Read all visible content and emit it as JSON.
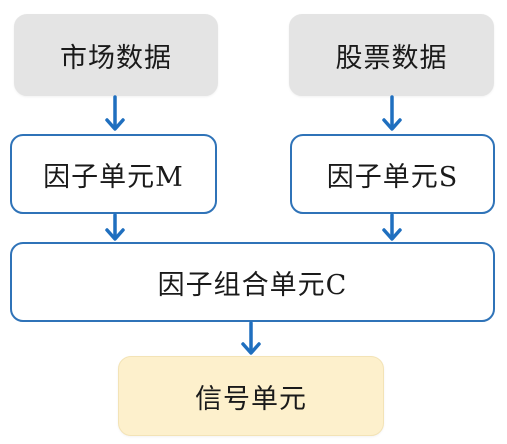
{
  "nodes": {
    "market_data": "市场数据",
    "stock_data": "股票数据",
    "factor_unit_m": "因子单元M",
    "factor_unit_s": "因子单元S",
    "factor_combination_unit_c": "因子组合单元C",
    "signal_unit": "信号单元"
  },
  "colors": {
    "arrow": "#1f6fbf",
    "box_border": "#2f73b8",
    "input_fill": "#e4e4e4",
    "output_fill": "#fdf0cc"
  },
  "edges": [
    {
      "from": "market_data",
      "to": "factor_unit_m"
    },
    {
      "from": "stock_data",
      "to": "factor_unit_s"
    },
    {
      "from": "factor_unit_m",
      "to": "factor_combination_unit_c"
    },
    {
      "from": "factor_unit_s",
      "to": "factor_combination_unit_c"
    },
    {
      "from": "factor_combination_unit_c",
      "to": "signal_unit"
    }
  ]
}
